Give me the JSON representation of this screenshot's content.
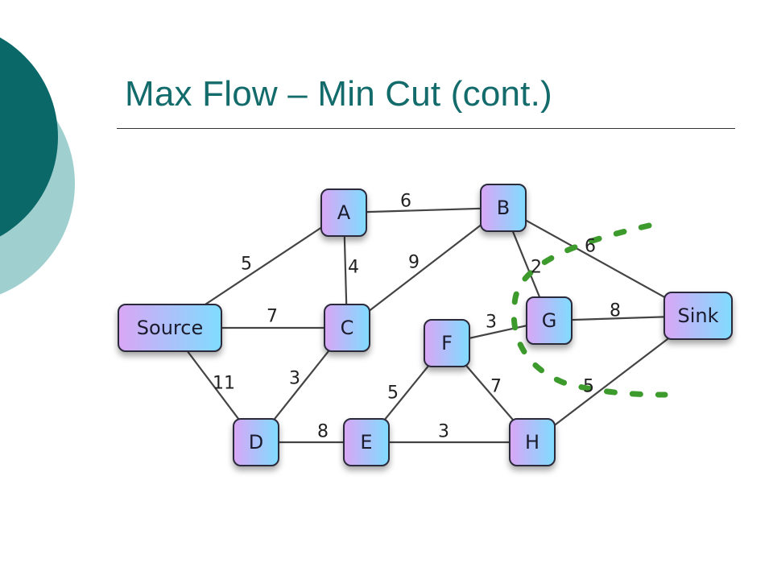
{
  "slide": {
    "title": "Max Flow – Min Cut (cont.)",
    "accent_dark": "#0b6868",
    "accent_light": "#9fcfcf"
  },
  "graph": {
    "nodes": [
      {
        "id": "source",
        "label": "Source"
      },
      {
        "id": "a",
        "label": "A"
      },
      {
        "id": "b",
        "label": "B"
      },
      {
        "id": "c",
        "label": "C"
      },
      {
        "id": "d",
        "label": "D"
      },
      {
        "id": "e",
        "label": "E"
      },
      {
        "id": "f",
        "label": "F"
      },
      {
        "id": "g",
        "label": "G"
      },
      {
        "id": "h",
        "label": "H"
      },
      {
        "id": "sink",
        "label": "Sink"
      }
    ],
    "edges": [
      {
        "from": "a",
        "to": "b",
        "capacity": "6"
      },
      {
        "from": "source",
        "to": "a",
        "capacity": "5"
      },
      {
        "from": "a",
        "to": "c",
        "capacity": "4"
      },
      {
        "from": "c",
        "to": "b",
        "capacity": "9"
      },
      {
        "from": "b",
        "to": "g",
        "capacity": "2"
      },
      {
        "from": "b",
        "to": "sink",
        "capacity": "6"
      },
      {
        "from": "source",
        "to": "c",
        "capacity": "7"
      },
      {
        "from": "f",
        "to": "g",
        "capacity": "3"
      },
      {
        "from": "g",
        "to": "sink",
        "capacity": "8"
      },
      {
        "from": "source",
        "to": "d",
        "capacity": "11"
      },
      {
        "from": "d",
        "to": "c",
        "capacity": "3"
      },
      {
        "from": "e",
        "to": "f",
        "capacity": "5"
      },
      {
        "from": "f",
        "to": "h",
        "capacity": "7"
      },
      {
        "from": "h",
        "to": "sink",
        "capacity": "5"
      },
      {
        "from": "d",
        "to": "e",
        "capacity": "8"
      },
      {
        "from": "e",
        "to": "h",
        "capacity": "3"
      }
    ],
    "node_gradient": [
      "#d9a6f5",
      "#7fdcff"
    ],
    "cut_color": "#3d9a2c"
  }
}
